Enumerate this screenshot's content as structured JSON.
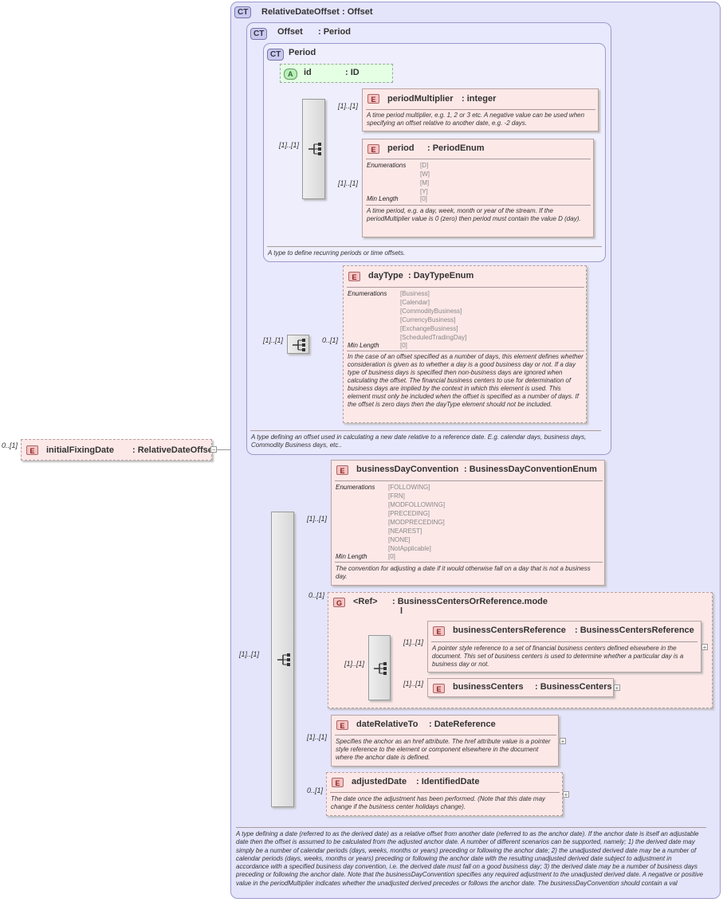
{
  "root": {
    "badge": "E",
    "card": "0..[1]",
    "name": "initialFixingDate",
    "type": ": RelativeDateOffset",
    "collapse": "−"
  },
  "relative_date_offset": {
    "badge": "CT",
    "name": "RelativeDateOffset",
    "type": ": Offset",
    "doc": "A type defining a date (referred to as the derived date) as a relative offset from another date (referred to as the anchor date). If the anchor date is itself an adjustable date then the offset is assumed to be calculated from the adjusted anchor date. A number of different scenarios can be supported, namely; 1) the derived date may simply be a number of calendar periods (days, weeks, months or years) preceding or following the anchor date; 2) the unadjusted derived date may be a number of calendar periods (days, weeks, months or years) preceding or following the anchor date with the resulting unadjusted derived date subject to adjustment in accordance with a specified business day convention, i.e. the derived date must fall on a good business day; 3) the derived date may be a number of business days preceding or following the anchor date. Note that the businessDayConvention specifies any required adjustment to the unadjusted derived date. A negative or positive value in the periodMultiplier indicates whether the unadjusted derived precedes or follows the anchor date. The businessDayConvention should contain a val"
  },
  "offset": {
    "badge": "CT",
    "name": "Offset",
    "type": ": Period",
    "doc": "A type defining an offset used in calculating a new date relative to a reference date. E.g. calendar days, business days, Commodity Business days, etc.."
  },
  "period_type": {
    "badge": "CT",
    "name": "Period",
    "doc": "A type to define recurring periods or time offsets."
  },
  "id_attr": {
    "badge": "A",
    "name": "id",
    "type": ": ID"
  },
  "period_multiplier": {
    "badge": "E",
    "card": "[1]..[1]",
    "name": "periodMultiplier",
    "type": ": integer",
    "doc": "A time period multiplier, e.g. 1, 2 or 3 etc. A negative value can be used when specifying an offset relative to another date, e.g. -2 days."
  },
  "period": {
    "badge": "E",
    "card": "[1]..[1]",
    "name": "period",
    "type": ": PeriodEnum",
    "enum_label": "Enumerations",
    "enums": [
      "[D]",
      "[W]",
      "[M]",
      "[Y]"
    ],
    "minlen_label": "Min Length",
    "minlen": "[0]",
    "doc": "A time period, e.g. a day, week, month or year of the stream. If the periodMultiplier value is 0 (zero) then period must contain the value D (day)."
  },
  "period_seq_card": "[1]..[1]",
  "day_type": {
    "badge": "E",
    "card_outer": "[1]..[1]",
    "card": "0..[1]",
    "name": "dayType",
    "type": ": DayTypeEnum",
    "enum_label": "Enumerations",
    "enums": [
      "[Business]",
      "[Calendar]",
      "[CommodityBusiness]",
      "[CurrencyBusiness]",
      "[ExchangeBusiness]",
      "[ScheduledTradingDay]"
    ],
    "minlen_label": "Min Length",
    "minlen": "[0]",
    "doc": "In the case of an offset specified as a number of days, this element defines whether consideration is given as to whether a day is a good business day or not. If a day type of business days is specified then non-business days are ignored when calculating the offset. The financial business centers to use for determination of business days are implied by the context in which this element is used. This element must only be included when the offset is specified as a number of days. If the offset is zero days then the dayType element should not be included."
  },
  "bdc": {
    "badge": "E",
    "card": "[1]..[1]",
    "name": "businessDayConvention",
    "type": ": BusinessDayConventionEnum",
    "enum_label": "Enumerations",
    "enums": [
      "[FOLLOWING]",
      "[FRN]",
      "[MODFOLLOWING]",
      "[PRECEDING]",
      "[MODPRECEDING]",
      "[NEAREST]",
      "[NONE]",
      "[NotApplicable]"
    ],
    "minlen_label": "Min Length",
    "minlen": "[0]",
    "doc": "The convention for adjusting a date if it would otherwise fall on a day that is not a business day."
  },
  "main_seq_card": "[1]..[1]",
  "group": {
    "badge": "G",
    "card": "0..[1]",
    "name": "<Ref>",
    "type": ": BusinessCentersOrReference.mode",
    "type2": "l",
    "choice_card": "[1]..[1]"
  },
  "bc_ref": {
    "badge": "E",
    "card": "[1]..[1]",
    "name": "businessCentersReference",
    "type": ": BusinessCentersReference",
    "doc": "A pointer style reference to a set of financial business centers defined elsewhere in the document. This set of business centers is used to determine whether a particular day is a business day or not.",
    "expand": "+"
  },
  "bc": {
    "badge": "E",
    "card": "[1]..[1]",
    "name": "businessCenters",
    "type": ": BusinessCenters",
    "expand": "+"
  },
  "date_rel": {
    "badge": "E",
    "card": "[1]..[1]",
    "name": "dateRelativeTo",
    "type": ": DateReference",
    "doc": "Specifies the anchor as an href attribute. The href attribute value is a pointer style reference to the element or component elsewhere in the document where the anchor date is defined.",
    "expand": "+"
  },
  "adj_date": {
    "badge": "E",
    "card": "0..[1]",
    "name": "adjustedDate",
    "type": ": IdentifiedDate",
    "doc": "The date once the adjustment has been performed. (Note that this date may change if the business center holidays change).",
    "expand": "+"
  }
}
